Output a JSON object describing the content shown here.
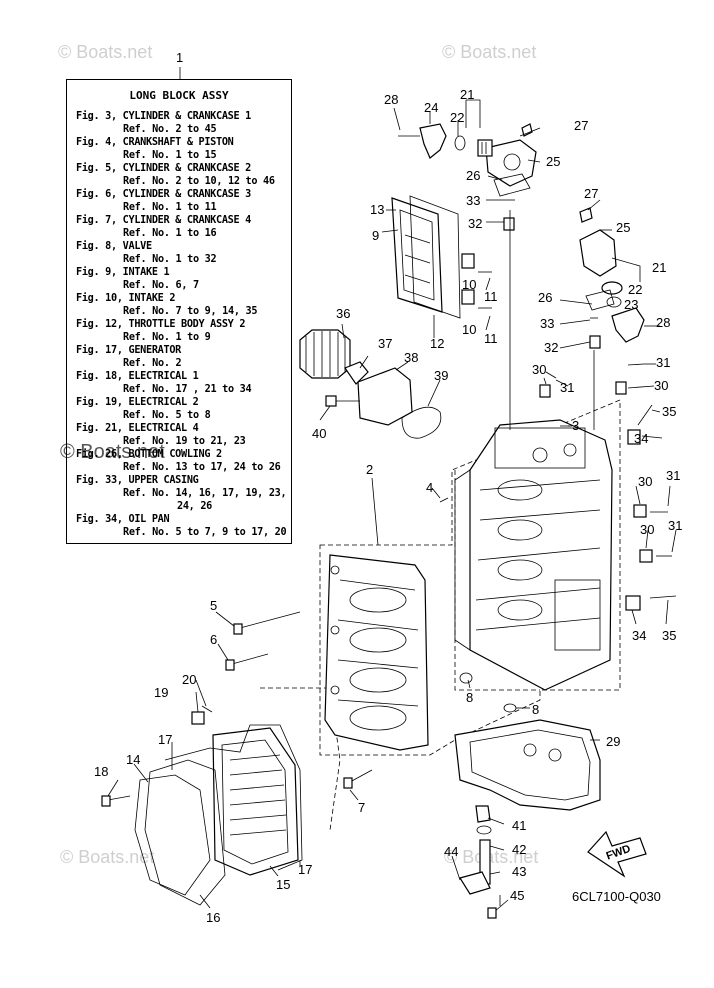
{
  "watermarks": {
    "top_left": "© Boats.net",
    "top_right": "© Boats.net",
    "mid_left": "© Boats.net",
    "bottom_left": "© Boats.net",
    "bottom_right": "© Boats.net"
  },
  "legend": {
    "callout": "1",
    "title": "LONG  BLOCK ASSY",
    "lines": [
      {
        "kind": "fig",
        "text": "Fig. 3, CYLINDER & CRANKCASE 1"
      },
      {
        "kind": "ref",
        "text": "Ref. No. 2 to 45"
      },
      {
        "kind": "fig",
        "text": "Fig. 4, CRANKSHAFT & PISTON"
      },
      {
        "kind": "ref",
        "text": "Ref. No. 1 to 15"
      },
      {
        "kind": "fig",
        "text": "Fig. 5, CYLINDER & CRANKCASE 2"
      },
      {
        "kind": "ref",
        "text": "Ref. No. 2 to 10, 12 to 46"
      },
      {
        "kind": "fig",
        "text": "Fig. 6, CYLINDER & CRANKCASE 3"
      },
      {
        "kind": "ref",
        "text": "Ref. No. 1 to 11"
      },
      {
        "kind": "fig",
        "text": "Fig. 7, CYLINDER & CRANKCASE 4"
      },
      {
        "kind": "ref",
        "text": "Ref. No. 1 to 16"
      },
      {
        "kind": "fig",
        "text": "Fig. 8, VALVE"
      },
      {
        "kind": "ref",
        "text": "Ref. No. 1 to 32"
      },
      {
        "kind": "fig",
        "text": "Fig. 9, INTAKE 1"
      },
      {
        "kind": "ref",
        "text": "Ref. No. 6, 7"
      },
      {
        "kind": "fig",
        "text": "Fig. 10, INTAKE 2"
      },
      {
        "kind": "ref",
        "text": "Ref. No. 7 to 9, 14, 35"
      },
      {
        "kind": "fig",
        "text": "Fig. 12, THROTTLE BODY ASSY 2"
      },
      {
        "kind": "ref",
        "text": "Ref. No. 1 to 9"
      },
      {
        "kind": "fig",
        "text": "Fig. 17, GENERATOR"
      },
      {
        "kind": "ref",
        "text": "Ref. No. 2"
      },
      {
        "kind": "fig",
        "text": "Fig. 18, ELECTRICAL 1"
      },
      {
        "kind": "ref",
        "text": "Ref. No. 17 , 21 to 34"
      },
      {
        "kind": "fig",
        "text": "Fig. 19, ELECTRICAL 2"
      },
      {
        "kind": "ref",
        "text": "Ref. No. 5 to 8"
      },
      {
        "kind": "fig",
        "text": "Fig. 21, ELECTRICAL 4"
      },
      {
        "kind": "ref",
        "text": "Ref. No. 19 to 21, 23"
      },
      {
        "kind": "fig",
        "text": "Fig. 26, BOTTOM COWLING 2"
      },
      {
        "kind": "ref",
        "text": "Ref. No. 13 to 17, 24 to 26"
      },
      {
        "kind": "fig",
        "text": "Fig. 33, UPPER CASING"
      },
      {
        "kind": "ref",
        "text": "Ref. No. 14, 16, 17, 19, 23,"
      },
      {
        "kind": "cont",
        "text": "24, 26"
      },
      {
        "kind": "fig",
        "text": "Fig. 34, OIL PAN"
      },
      {
        "kind": "ref",
        "text": "Ref. No. 5 to 7, 9 to 17, 20"
      }
    ]
  },
  "callouts": [
    "1",
    "2",
    "3",
    "4",
    "5",
    "6",
    "7",
    "8",
    "8",
    "9",
    "10",
    "10",
    "11",
    "11",
    "12",
    "13",
    "14",
    "15",
    "16",
    "17",
    "17",
    "18",
    "19",
    "20",
    "21",
    "21",
    "22",
    "22",
    "23",
    "24",
    "25",
    "25",
    "26",
    "26",
    "27",
    "27",
    "28",
    "28",
    "29",
    "30",
    "30",
    "30",
    "30",
    "31",
    "31",
    "31",
    "31",
    "32",
    "32",
    "33",
    "33",
    "34",
    "34",
    "35",
    "35",
    "36",
    "37",
    "38",
    "39",
    "40",
    "41",
    "42",
    "43",
    "44",
    "45"
  ],
  "fwd_label": "FWD",
  "diagram_code": "6CL7100-Q030"
}
